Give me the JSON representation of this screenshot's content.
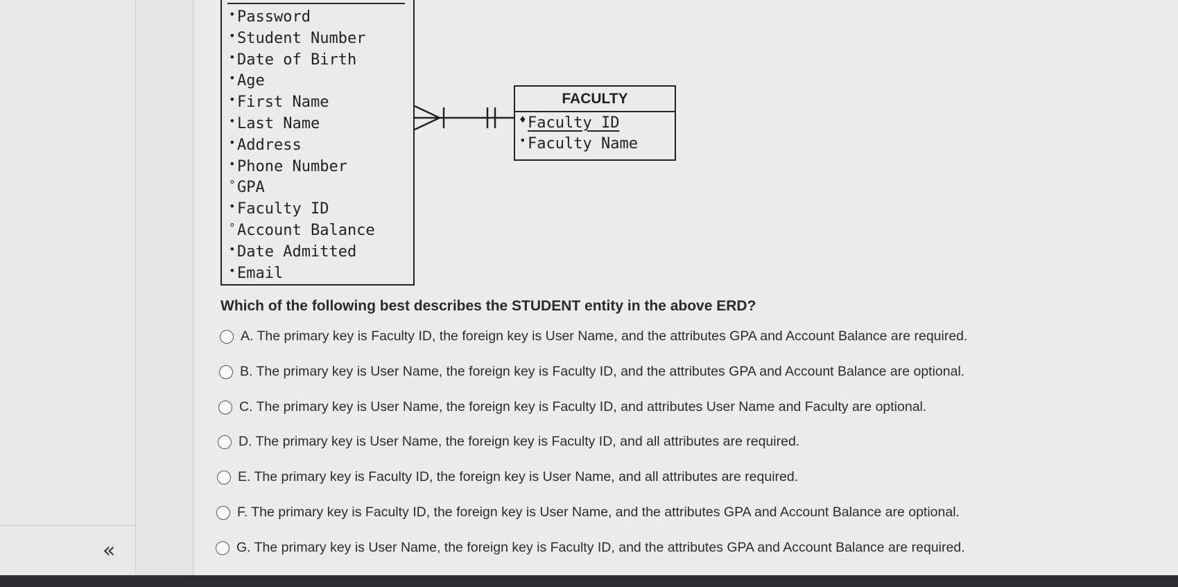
{
  "student_attributes": [
    {
      "marker": "•",
      "text": "Password"
    },
    {
      "marker": "•",
      "text": "Student Number"
    },
    {
      "marker": "•",
      "text": "Date of Birth"
    },
    {
      "marker": "•",
      "text": "Age"
    },
    {
      "marker": "•",
      "text": "First Name"
    },
    {
      "marker": "•",
      "text": "Last Name"
    },
    {
      "marker": "•",
      "text": "Address"
    },
    {
      "marker": "•",
      "text": "Phone Number"
    },
    {
      "marker": "°",
      "text": "GPA"
    },
    {
      "marker": "•",
      "text": "Faculty ID"
    },
    {
      "marker": "°",
      "text": "Account Balance"
    },
    {
      "marker": "•",
      "text": "Date Admitted"
    },
    {
      "marker": "•",
      "text": "Email"
    }
  ],
  "faculty": {
    "title": "FACULTY",
    "attributes": [
      {
        "marker": "♦",
        "text": "Faculty ID"
      },
      {
        "marker": "•",
        "text": "Faculty Name"
      }
    ]
  },
  "question": "Which of the following best describes the STUDENT entity in the above ERD?",
  "options": [
    "A. The primary key is Faculty ID, the foreign key is User Name, and the attributes GPA and Account Balance are required.",
    "B. The primary key is User Name, the foreign key is Faculty ID, and the attributes GPA and Account Balance are optional.",
    "C. The primary key is User Name, the foreign key is Faculty ID, and attributes User Name and Faculty are optional.",
    "D. The primary key is User Name, the foreign key is Faculty ID, and all attributes are required.",
    "E. The primary key is Faculty ID, the foreign key is User Name, and all attributes are required.",
    "F. The primary key is Faculty ID, the foreign key is User Name, and the attributes GPA and Account Balance are optional.",
    "G. The primary key is User Name, the foreign key is Faculty ID, and the attributes GPA and Account Balance are required."
  ],
  "nav": {
    "collapse_glyph": "«"
  }
}
